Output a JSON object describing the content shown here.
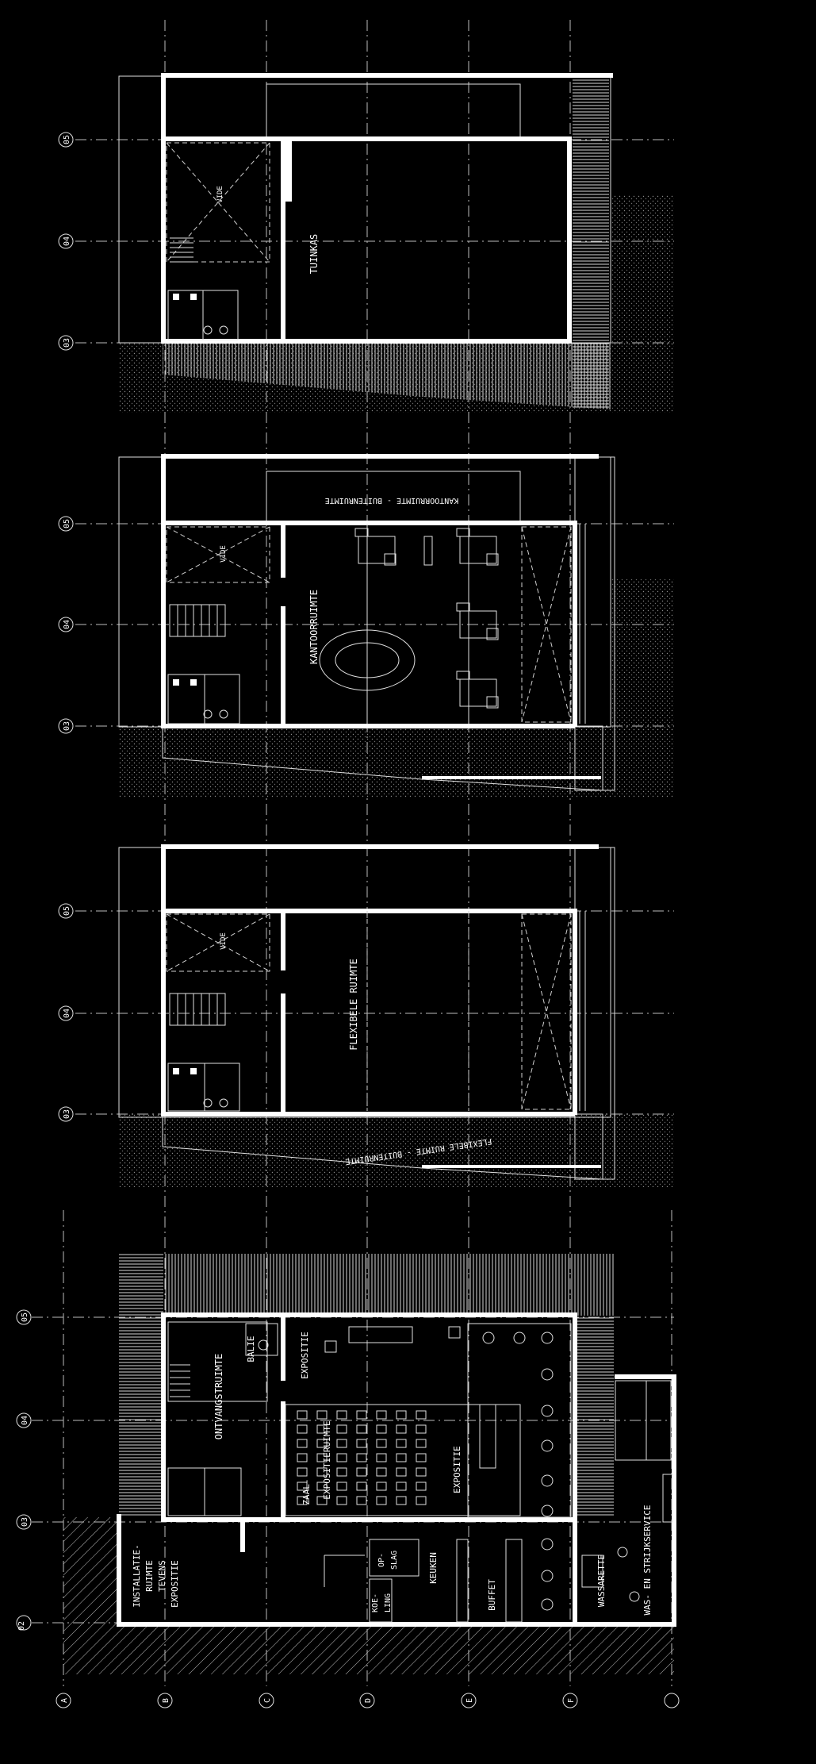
{
  "drawing": {
    "axes_horizontal": [
      "05",
      "04",
      "03",
      "02"
    ],
    "axes_vertical": [
      "A",
      "B",
      "C",
      "D",
      "E",
      "F"
    ],
    "floor4": {
      "tuinkas": "TUINKAS",
      "vide": "VIDE"
    },
    "floor3": {
      "kantoorruimte": "KANTOORRUIMTE",
      "kantoor_buiten": "KANTOORRUIMTE - BUITENRUIMTE",
      "vide": "VIDE"
    },
    "floor2": {
      "flexibele_ruimte": "FLEXIBELE RUIMTE",
      "flex_buiten": "FLEXIBELE RUIMTE - BUITENRUIMTE",
      "vide": "VIDE"
    },
    "ground": {
      "ontvangstruimte": "ONTVANGSTRUIMTE",
      "balie": "BALIE",
      "expositie_top": "EXPOSITIE",
      "zaal_line1": "ZAAL-",
      "zaal_line2": "EXPOSITIERUIMTE",
      "expositie_mid": "EXPOSITIE",
      "installatie_line1": "INSTALLATIE-",
      "installatie_line2": "RUIMTE",
      "installatie_line3": "TEVENS",
      "installatie_line4": "EXPOSITIE",
      "opslag_line1": "OP-",
      "opslag_line2": "SLAG",
      "koeling_line1": "KOE-",
      "koeling_line2": "LING",
      "keuken": "KEUKEN",
      "buffet": "BUFFET",
      "wassarette": "WASSARETTE",
      "strijkservice": "WAS- EN STRIJKSERVICE"
    }
  }
}
